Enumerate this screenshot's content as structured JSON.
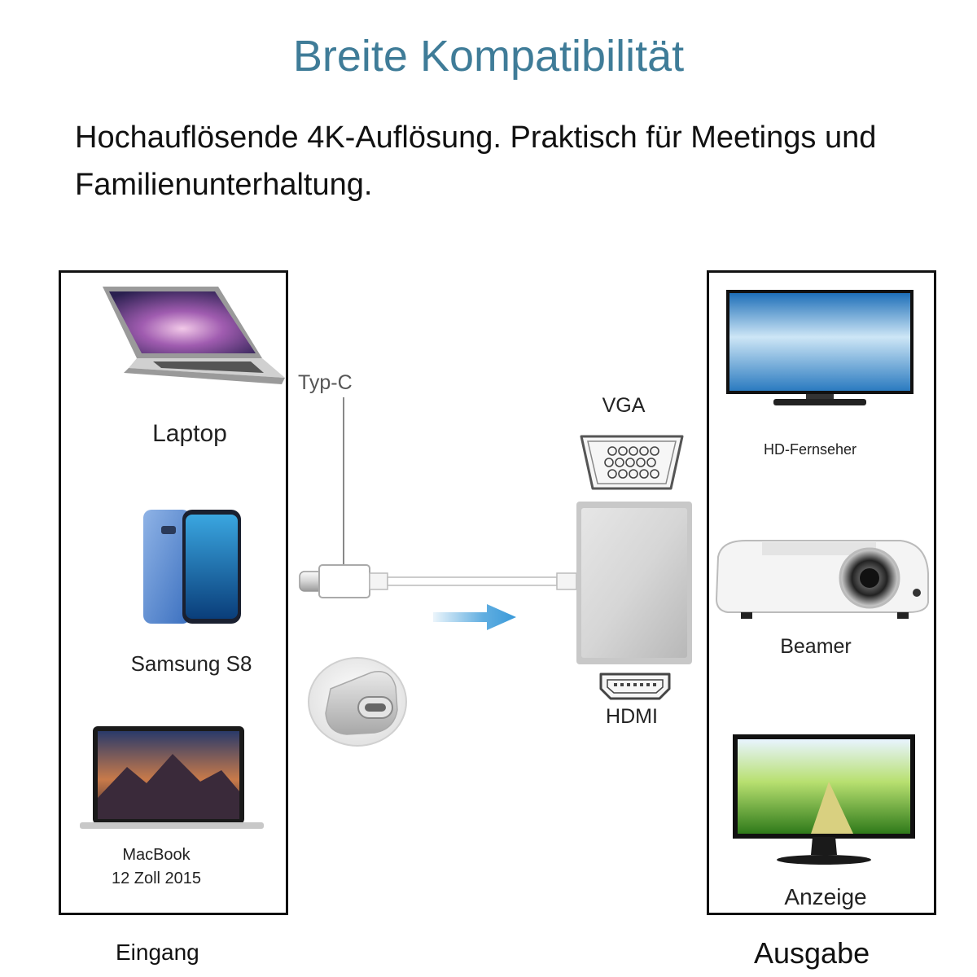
{
  "header": {
    "title": "Breite Kompatibilität",
    "subtitle": "Hochauflösende 4K-Auflösung. Praktisch für Meetings und Familienunterhaltung."
  },
  "input_panel": {
    "caption": "Eingang",
    "devices": [
      {
        "label": "Laptop",
        "icon": "laptop-icon"
      },
      {
        "label": "Samsung S8",
        "icon": "smartphone-icon"
      },
      {
        "label_line1": "MacBook",
        "label_line2": "12 Zoll 2015",
        "icon": "macbook-icon"
      }
    ]
  },
  "output_panel": {
    "caption": "Ausgabe",
    "devices": [
      {
        "label": "HD-Fernseher",
        "icon": "tv-icon"
      },
      {
        "label": "Beamer",
        "icon": "projector-icon"
      },
      {
        "label": "Anzeige",
        "icon": "monitor-icon"
      }
    ]
  },
  "adapter": {
    "typec_label": "Typ-C",
    "vga_label": "VGA",
    "hdmi_label": "HDMI"
  },
  "colors": {
    "title": "#3f7c98",
    "arrow": "#3a9ad9"
  }
}
